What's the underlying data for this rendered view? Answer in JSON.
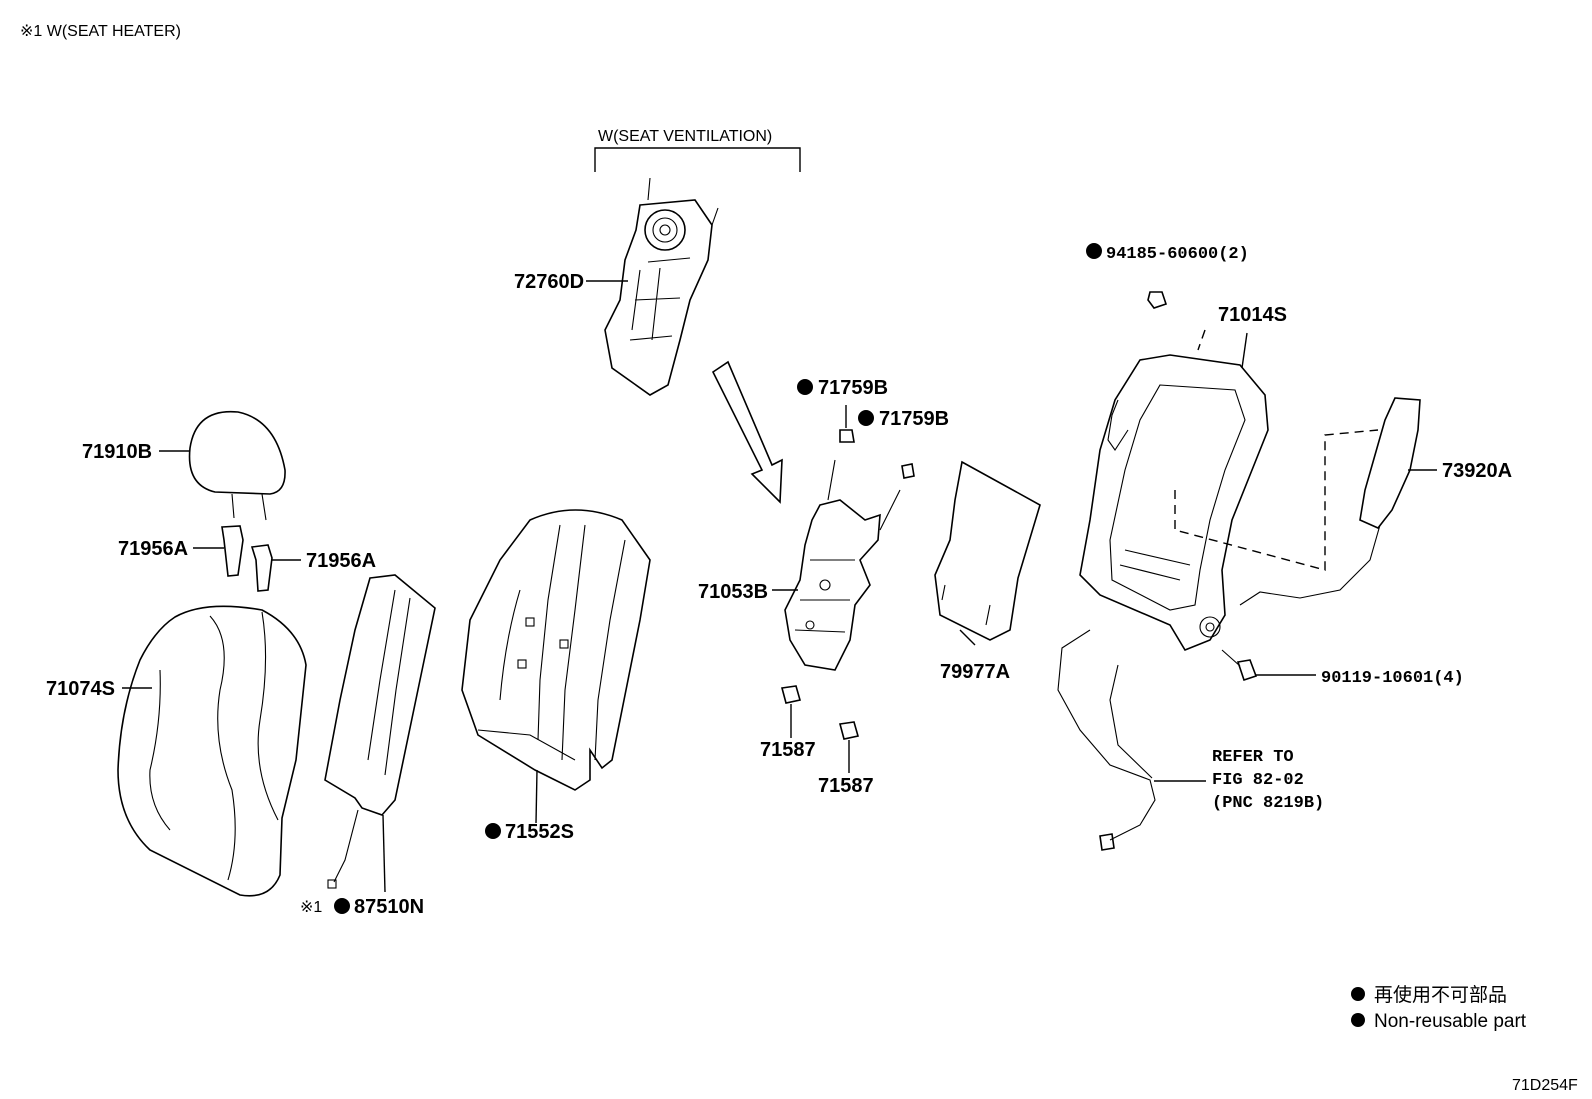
{
  "header_note": "※1  W(SEAT HEATER)",
  "ventilation_label": "W(SEAT VENTILATION)",
  "labels": {
    "p72760D": "72760D",
    "p71759B_a": "71759B",
    "p71759B_b": "71759B",
    "p94185": "94185-60600(2)",
    "p71014S": "71014S",
    "p73920A": "73920A",
    "p71910B": "71910B",
    "p71956A_a": "71956A",
    "p71956A_b": "71956A",
    "p71053B": "71053B",
    "p79977A": "79977A",
    "p90119": "90119-10601(4)",
    "p71074S": "71074S",
    "p71587_a": "71587",
    "p71587_b": "71587",
    "p71552S": "71552S",
    "p87510N_mark": "※1",
    "p87510N": "87510N"
  },
  "refer": {
    "line1": "REFER TO",
    "line2": "FIG 82-02",
    "line3": "(PNC 8219B)"
  },
  "legend": {
    "jp": "再使用不可部品",
    "en": "Non-reusable part"
  },
  "figure_id": "71D254F"
}
